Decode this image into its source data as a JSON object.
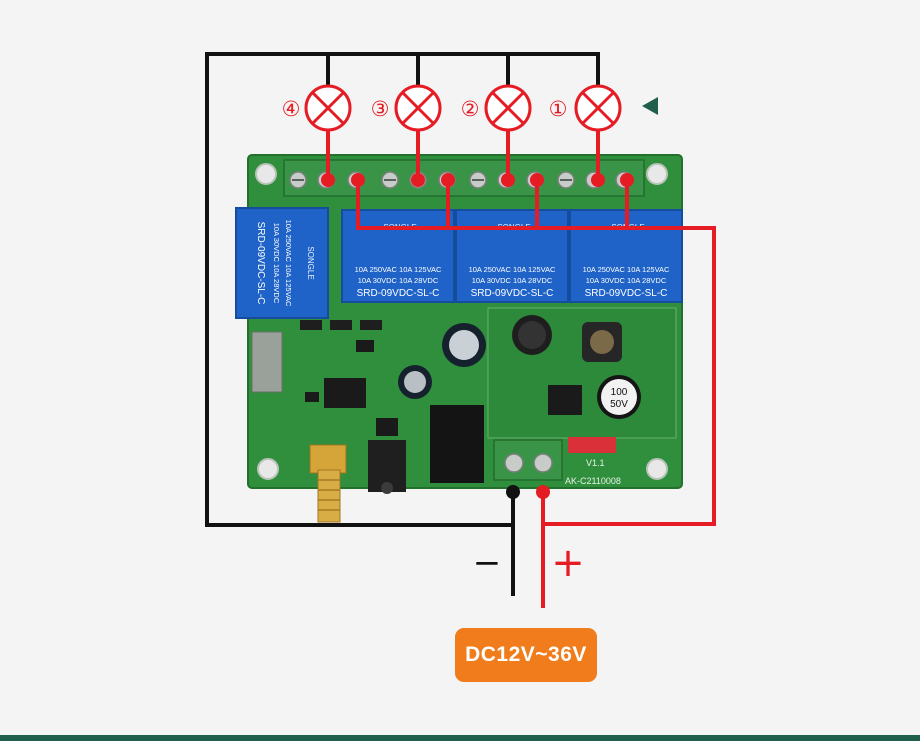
{
  "colors": {
    "background": "#f4f4f4",
    "pcb": "#2f8f3c",
    "relay": "#1f63c8",
    "terminal": "#3a8f45",
    "wire_negative": "#111111",
    "wire_positive": "#e51c23",
    "lamp": "#e51c23",
    "badge": "#f07c1c",
    "accent": "#1f5f4c"
  },
  "lamps": [
    {
      "label": "④"
    },
    {
      "label": "③"
    },
    {
      "label": "②"
    },
    {
      "label": "①"
    }
  ],
  "relays": [
    {
      "brand": "SONGLE",
      "rating_line1": "10A 250VAC  10A 125VAC",
      "rating_line2": "10A 30VDC  10A 28VDC",
      "model": "SRD-09VDC-SL-C"
    },
    {
      "brand": "SONGLE",
      "rating_line1": "10A 250VAC  10A 125VAC",
      "rating_line2": "10A 30VDC  10A 28VDC",
      "model": "SRD-09VDC-SL-C"
    },
    {
      "brand": "SONGLE",
      "rating_line1": "10A 250VAC  10A 125VAC",
      "rating_line2": "10A 30VDC  10A 28VDC",
      "model": "SRD-09VDC-SL-C"
    },
    {
      "brand": "SONGLE",
      "rating_line1": "10A 250VAC  10A 125VAC",
      "rating_line2": "10A 30VDC  10A 28VDC",
      "model": "SRD-09VDC-SL-C"
    }
  ],
  "board": {
    "cap_label_1": "100",
    "cap_label_2": "50V",
    "board_code": "AK-C2110008",
    "version": "V1.1"
  },
  "power": {
    "negative_label": "−",
    "positive_label": "+",
    "voltage_label": "DC12V~36V"
  }
}
